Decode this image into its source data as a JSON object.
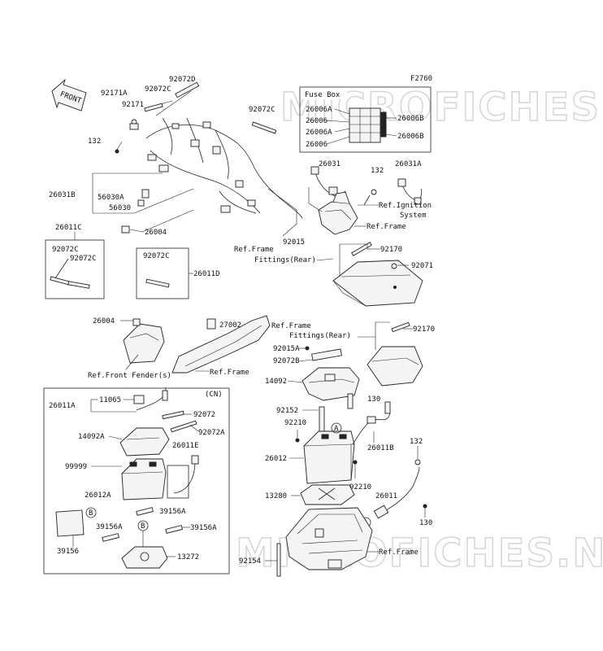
{
  "figure_code": "F2760",
  "watermark": [
    "MICROFICHES.NET",
    "MICROFICHES.NET"
  ],
  "front_arrow": "FRONT",
  "fuse_box": {
    "title": "Fuse Box",
    "left_labels": [
      "26006A",
      "26006",
      "26006A",
      "26006"
    ],
    "right_labels": [
      "26006B",
      "26006B"
    ]
  },
  "cn_box_label": "(CN)",
  "callouts": {
    "A": "A",
    "B": "B"
  },
  "labels": {
    "l_92072D": "92072D",
    "l_92072C_top": "92072C",
    "l_92171A": "92171A",
    "l_92171": "92171",
    "l_92072C_mid": "92072C",
    "l_132_top": "132",
    "l_26031B": "26031B",
    "l_56030A": "56030A",
    "l_56030": "56030",
    "l_26004_top": "26004",
    "l_26031": "26031",
    "l_132_right": "132",
    "l_26031A": "26031A",
    "l_ref_ignition": "Ref.Ignition",
    "l_system": "System",
    "l_ref_frame_1": "Ref.Frame",
    "l_26011C": "26011C",
    "l_92072C_a": "92072C",
    "l_92072C_b": "92072C",
    "l_92072C_c": "92072C",
    "l_26011D": "26011D",
    "l_ref_frame_fit_1": "Ref.Frame",
    "l_fittings_rear_1": "Fittings(Rear)",
    "l_92015": "92015",
    "l_92170_top": "92170",
    "l_92071": "92071",
    "l_26004_mid": "26004",
    "l_27002": "27002",
    "l_ref_frame_fit_2": "Ref.Frame",
    "l_fittings_rear_2": "Fittings(Rear)",
    "l_92170_mid": "92170",
    "l_ref_front_fender": "Ref.Front Fender(s)",
    "l_ref_frame_2": "Ref.Frame",
    "l_92015A": "92015A",
    "l_92072B": "92072B",
    "l_14092": "14092",
    "l_130_a": "130",
    "l_92152": "92152",
    "l_92210_a": "92210",
    "l_26012": "26012",
    "l_26011B": "26011B",
    "l_132_low": "132",
    "l_92210_b": "92210",
    "l_26011": "26011",
    "l_13280": "13280",
    "l_130_b": "130",
    "l_92154": "92154",
    "l_ref_frame_3": "Ref.Frame",
    "l_26011A": "26011A",
    "l_11065": "11065",
    "l_92072": "92072",
    "l_92072A": "92072A",
    "l_14092A": "14092A",
    "l_26011E": "26011E",
    "l_99999": "99999",
    "l_26012A": "26012A",
    "l_39156A_1": "39156A",
    "l_39156A_2": "39156A",
    "l_39156A_3": "39156A",
    "l_39156": "39156",
    "l_13272": "13272"
  }
}
